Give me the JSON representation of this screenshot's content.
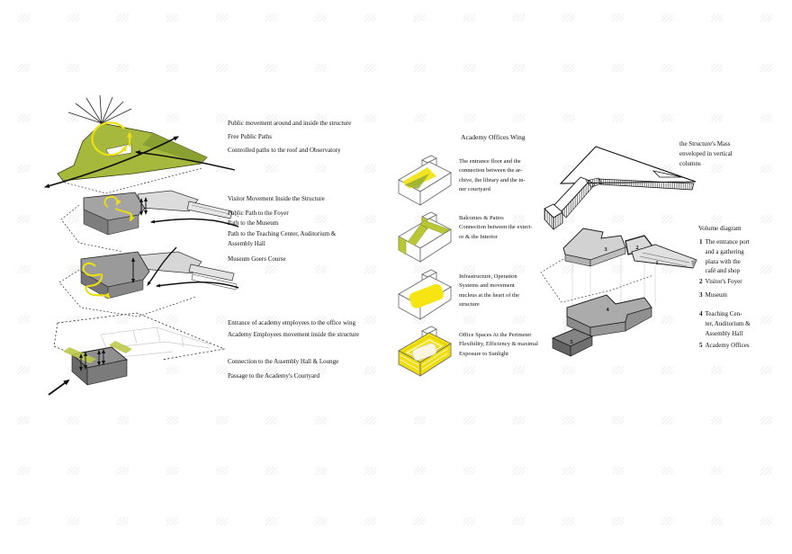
{
  "page": {
    "title": "Movement and volume diagrams",
    "background": "#ffffff"
  },
  "colors": {
    "green": "#a6b93d",
    "green_dark": "#8aa032",
    "yellow": "#ecdf12",
    "olive": "#bcc94a",
    "gray_light": "#d6d6d6",
    "gray_mid": "#a0a0a0",
    "gray_dark": "#6f6f6f",
    "ink": "#111111"
  },
  "left": {
    "public_movement": "Public movement around and inside the structure\nFree Public Paths\nControlled paths to the roof and Observatory",
    "visitor_title": "Visitor Movement Inside the Structure",
    "visitor_paths": "Public Path to the Foyer\nPath to the Museum\nPath to the Teaching Center, Auditorium &\nAssembly Hall",
    "museum_course": "Museum Goers Course",
    "employees": "Entrance of academy employees to the office wing\nAcademy Employees movement inside the structure",
    "employees2": "Connection to the Assembly Hall & Lounge\nPassage to the Academy's Courtyard"
  },
  "middle": {
    "title": "Academy Offices Wing",
    "caption1": "The entrance floor and the\nconnection between the ar-\nchive, the library and the in-\nner courtyard",
    "caption2": "Balconies & Patios\nConnection between the exteri-\nor & the Interior",
    "caption3": "Infrastructure, Operation\nSystems and movement\nnucleus at the heart of the\nstructure",
    "caption4": "Office Spaces At the Perimeter\nFlexibility, Efficiency & maximal\nExposure to Sunlight"
  },
  "right": {
    "mass_note": "the Structure's Mass\nenveloped in vertical\ncolumns",
    "volume_title": "Volume diagram",
    "legend": [
      {
        "num": "1",
        "text": "The entrance port\nand a gathering\nplaza with the\ncafé and shop"
      },
      {
        "num": "2",
        "text": "Visitor's Foyer"
      },
      {
        "num": "3",
        "text": "Museum"
      },
      {
        "num": "4",
        "text": "Teaching Cen-\nter, Auditorium &\nAssembly Hall"
      },
      {
        "num": "5",
        "text": "Academy Offices"
      }
    ],
    "volume_labels": [
      "1",
      "2",
      "3",
      "4",
      "5"
    ]
  }
}
